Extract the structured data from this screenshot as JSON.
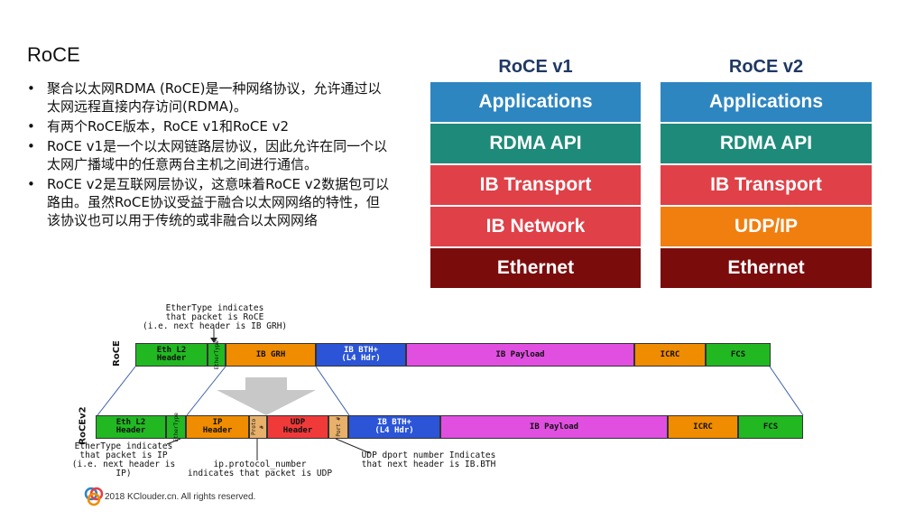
{
  "title": "RoCE",
  "bullets": [
    "聚合以太网RDMA (RoCE)是一种网络协议，允许通过以太网远程直接内存访问(RDMA)。",
    "有两个RoCE版本，RoCE v1和RoCE v2",
    "RoCE v1是一个以太网链路层协议，因此允许在同一个以太网广播域中的任意两台主机之间进行通信。",
    "RoCE v2是互联网层协议，这意味着RoCE v2数据包可以路由。虽然RoCE协议受益于融合以太网网络的特性，但该协议也可以用于传统的或非融合以太网网络"
  ],
  "bullet_symbol": "•",
  "stack_v1": {
    "title": "RoCE v1",
    "layers": [
      {
        "label": "Applications",
        "color": "#2e86c1"
      },
      {
        "label": "RDMA API",
        "color": "#1e8a7a"
      },
      {
        "label": "IB Transport",
        "color": "#e04048"
      },
      {
        "label": "IB Network",
        "color": "#e04048"
      },
      {
        "label": "Ethernet",
        "color": "#7b0c0c"
      }
    ]
  },
  "stack_v2": {
    "title": "RoCE v2",
    "layers": [
      {
        "label": "Applications",
        "color": "#2e86c1"
      },
      {
        "label": "RDMA API",
        "color": "#1e8a7a"
      },
      {
        "label": "IB Transport",
        "color": "#e04048"
      },
      {
        "label": "UDP/IP",
        "color": "#f07f10"
      },
      {
        "label": "Ethernet",
        "color": "#7b0c0c"
      }
    ]
  },
  "packet_v1": {
    "row_label": "RoCE",
    "eth_l2": "Eth L2\nHeader",
    "ethertype": "EtherType",
    "ib_grh": "IB GRH",
    "ib_bth": "IB BTH+\n(L4 Hdr)",
    "payload": "IB Payload",
    "icrc": "ICRC",
    "fcs": "FCS"
  },
  "packet_v2": {
    "row_label": "RoCEv2",
    "eth_l2": "Eth L2\nHeader",
    "ethertype": "EtherType",
    "ip": "IP\nHeader",
    "proto": "Proto #",
    "udp": "UDP\nHeader",
    "port": "Port #",
    "ib_bth": "IB BTH+\n(L4 Hdr)",
    "payload": "IB Payload",
    "icrc": "ICRC",
    "fcs": "FCS"
  },
  "segment_colors": {
    "eth": "#22b822",
    "grh": "#f08c00",
    "bth": "#2b55d6",
    "payload": "#e04fe0",
    "icrc": "#f08c00",
    "fcs": "#22b822",
    "udp": "#f03a3a",
    "ethertype": "#e8b06a"
  },
  "notes": {
    "top_ethertype": "EtherType indicates\nthat packet is RoCE\n(i.e. next header is IB GRH)",
    "bottom_ethertype": "EtherType indicates\nthat packet is IP\n(i.e. next header is\nIP)",
    "ip_protocol": "ip.protocol_number\nindicates that packet is UDP",
    "udp_dport": "UDP dport number Indicates\nthat next header is IB.BTH"
  },
  "footer": "2018 KClouder.cn. All rights reserved."
}
